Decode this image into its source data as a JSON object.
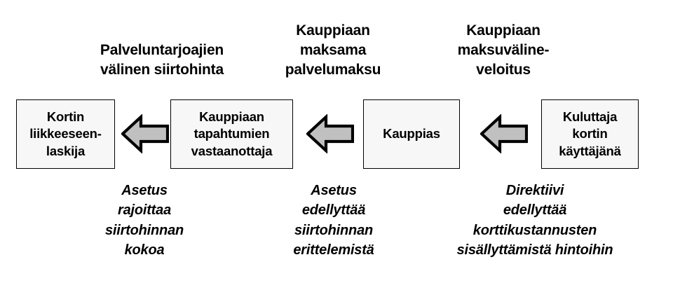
{
  "diagram": {
    "title": "Maksukorttien maksuketju ja sääntely",
    "background_color": "#FFFFFF",
    "box_fill_color": "#F7F7F7",
    "box_border_color": "#000000",
    "arrow_fill_color": "#C0C0C0",
    "arrow_outline_color": "#000000",
    "text_color": "#000000",
    "flow_direction": "right-to-left"
  },
  "top_labels": [
    {
      "id": "interchange-fee",
      "text": "Palveluntarjoajien\nvälinen siirtohinta"
    },
    {
      "id": "merchant-service-charge",
      "text": "Kauppiaan\nmaksama\npalvelumaksu"
    },
    {
      "id": "payment-instrument-surcharge",
      "text": "Kauppiaan\nmaksuväline-\nveloitus"
    }
  ],
  "nodes": [
    {
      "id": "card-issuer",
      "text": "Kortin\nliikkeeseen-\nlaskija"
    },
    {
      "id": "merchant-acquirer",
      "text": "Kauppiaan\ntapahtumien\nvastaanottaja"
    },
    {
      "id": "merchant",
      "text": "Kauppias"
    },
    {
      "id": "consumer-cardholder",
      "text": "Kuluttaja\nkortin\nkäyttäjänä"
    }
  ],
  "arrows": [
    {
      "id": "arrow-acquirer-to-issuer",
      "direction": "left",
      "icon": "block-arrow-left-icon"
    },
    {
      "id": "arrow-merchant-to-acquirer",
      "direction": "left",
      "icon": "block-arrow-left-icon"
    },
    {
      "id": "arrow-consumer-to-merchant",
      "direction": "left",
      "icon": "block-arrow-left-icon"
    }
  ],
  "bottom_labels": [
    {
      "id": "regulation-caps-interchange",
      "text": "Asetus\nrajoittaa\nsiirtohinnan\nkokoa"
    },
    {
      "id": "regulation-requires-itemisation",
      "text": "Asetus\nedellyttää\nsiirtohinnan\nerittelemistä"
    },
    {
      "id": "directive-requires-cost-inclusion",
      "text": "Direktiivi\nedellyttää\nkorttikustannusten\nsisällyttämistä hintoihin"
    }
  ]
}
